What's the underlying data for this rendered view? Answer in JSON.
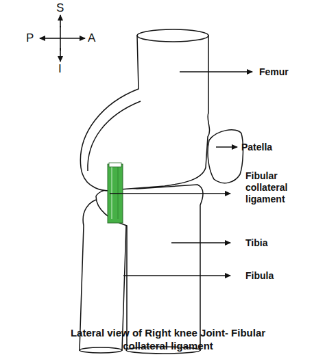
{
  "diagram": {
    "caption": "Lateral view of Right knee Joint- Fibular collateral ligament",
    "labels": [
      "S",
      "P",
      "A",
      "I",
      "Femur",
      "Patella",
      "Fibular collateral ligament",
      "Tibia",
      "Fibula"
    ]
  }
}
